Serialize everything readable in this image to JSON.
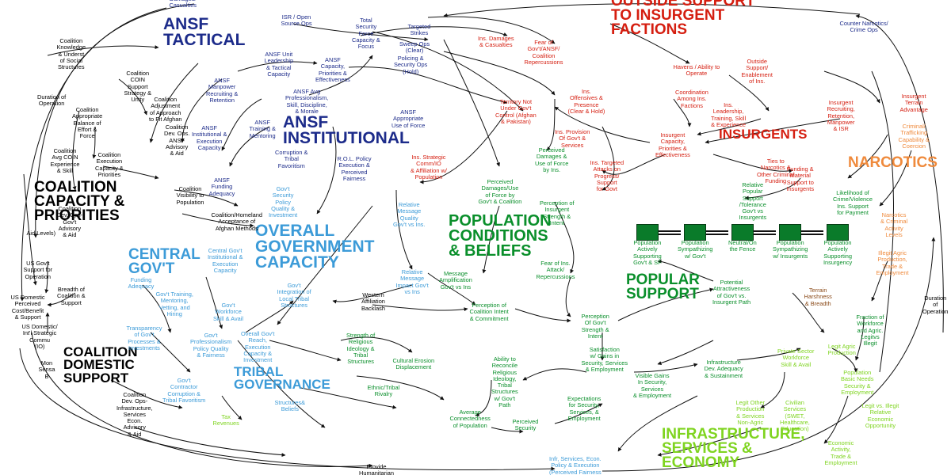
{
  "colors": {
    "black": "#000000",
    "navy": "#1c2b8a",
    "red": "#d51e10",
    "lightblue": "#3c9bd8",
    "green": "#0a8f2b",
    "lime": "#7fd420",
    "orange": "#ef8a3c",
    "brown": "#8a4a18",
    "darkgreen": "#0a7b2a"
  },
  "sections": [
    {
      "id": "ansf-tactical",
      "text": "ANSF\nTACTICAL",
      "color": "navy"
    },
    {
      "id": "ansf-institutional",
      "text": "ANSF\nINSTITUTIONAL",
      "color": "navy"
    },
    {
      "id": "outside-support",
      "text": "OUTSIDE SUPPORT\nTO INSURGENT\nFACTIONS",
      "color": "red"
    },
    {
      "id": "insurgents",
      "text": "INSURGENTS",
      "color": "red"
    },
    {
      "id": "narcotics",
      "text": "NARCOTICS",
      "color": "orange"
    },
    {
      "id": "coalition-capacity",
      "text": "COALITION\nCAPACITY &\nPRIORITIES",
      "color": "black"
    },
    {
      "id": "overall-gov",
      "text": "OVERALL\nGOVERNMENT\nCAPACITY",
      "color": "lightblue"
    },
    {
      "id": "central-gov",
      "text": "CENTRAL\nGOV'T",
      "color": "lightblue"
    },
    {
      "id": "population-conditions",
      "text": "POPULATION\nCONDITIONS\n& BELIEFS",
      "color": "green"
    },
    {
      "id": "popular-support",
      "text": "POPULAR\nSUPPORT",
      "color": "green"
    },
    {
      "id": "coalition-domestic",
      "text": "COALITION\nDOMESTIC\nSUPPORT",
      "color": "black"
    },
    {
      "id": "tribal-governance",
      "text": "TRIBAL\nGOVERNANCE",
      "color": "lightblue"
    },
    {
      "id": "infrastructure",
      "text": "INFRASTRUCTURE,\nSERVICES &\nECONOMY",
      "color": "lime"
    }
  ],
  "support_chain": [
    {
      "label": "Population\nActively\nSupporting\nGov't & SF"
    },
    {
      "label": "Population\nSympathizing\nw/ Gov't"
    },
    {
      "label": "Neutral/On\nthe Fence"
    },
    {
      "label": "Population\nSympathizing\nw/ Insurgents"
    },
    {
      "label": "Population\nActively\nSupporting\nInsurgency"
    }
  ],
  "nodes": [
    {
      "id": "damages-casualties-top",
      "text": "Damages/\nCasualties",
      "color": "navy"
    },
    {
      "id": "isr-open-source",
      "text": "ISR / Open\nSource Ops",
      "color": "navy"
    },
    {
      "id": "total-security-force",
      "text": "Total\nSecurity\nForce\nCapacity &\nFocus",
      "color": "navy"
    },
    {
      "id": "targeted-strikes",
      "text": "Targeted\nStrikes",
      "color": "navy"
    },
    {
      "id": "sweep-ops",
      "text": "Sweep Ops\n(Clear)",
      "color": "navy"
    },
    {
      "id": "policing-security",
      "text": "Policing &\nSecurity Ops\n(Hold)",
      "color": "navy"
    },
    {
      "id": "ansf-unit-leadership",
      "text": "ANSF Unit\nLeadership\n& Tactical\nCapacity",
      "color": "navy"
    },
    {
      "id": "ansf-capacity-priorities",
      "text": "ANSF\nCapacity,\nPriorities &\nEffectiveness",
      "color": "navy"
    },
    {
      "id": "ansf-manpower",
      "text": "ANSF\nManpower\nRecruiting &\nRetention",
      "color": "navy"
    },
    {
      "id": "ansf-avg-professionalism",
      "text": "ANSF Avg\nProfessionalism,\nSkill, Discipline,\n& Morale",
      "color": "navy"
    },
    {
      "id": "ansf-training-mentoring",
      "text": "ANSF\nTraining &\nMentoring",
      "color": "navy"
    },
    {
      "id": "ansf-institutional-capacity",
      "text": "ANSF\nInstitutional &\nExecution\nCapacity",
      "color": "navy"
    },
    {
      "id": "corruption-tribal",
      "text": "Corruption &\nTribal\nFavoritism",
      "color": "navy"
    },
    {
      "id": "ansf-funding",
      "text": "ANSF\nFunding\nAdequacy",
      "color": "navy"
    },
    {
      "id": "rol-policy",
      "text": "R.O.L. Policy\nExecution &\nPerceived\nFairness",
      "color": "navy"
    },
    {
      "id": "ansf-appropriate-force",
      "text": "ANSF\nAppropriate\nUse of Force",
      "color": "navy"
    },
    {
      "id": "ins-damages",
      "text": "Ins. Damages\n& Casualties",
      "color": "red"
    },
    {
      "id": "fear-repercussions",
      "text": "Fear of\nGov't/ANSF/\nCoalition\nRepercussions",
      "color": "red"
    },
    {
      "id": "havens",
      "text": "Havens / Ability to\nOperate",
      "color": "red"
    },
    {
      "id": "outside-support-node",
      "text": "Outside\nSupport/\nEnablement\nof Ins.",
      "color": "red"
    },
    {
      "id": "counter-narcotics",
      "text": "Counter Narcotics/\nCrime Ops",
      "color": "navy"
    },
    {
      "id": "coordination-ins",
      "text": "Coordination\nAmong Ins.\nFactions",
      "color": "red"
    },
    {
      "id": "territory-not-under",
      "text": "Territory Not\nUnder Gov't\nControl (Afghan\n& Pakistan)",
      "color": "red"
    },
    {
      "id": "ins-offensives",
      "text": "Ins.\nOffensives &\nPresence\n(Clear & Hold)",
      "color": "red"
    },
    {
      "id": "ins-leadership",
      "text": "Ins.\nLeadership,\nTraining, Skill\n& Experience",
      "color": "red"
    },
    {
      "id": "insurgent-recruiting",
      "text": "Insurgent\nRecruiting,\nRetention,\nManpower\n& ISR",
      "color": "red"
    },
    {
      "id": "insurgent-terrain",
      "text": "Insurgent\nTerrain\nAdvantage",
      "color": "red"
    },
    {
      "id": "criminal-trafficking",
      "text": "Criminal/\nTrafficking\nCapability &\nCoercion",
      "color": "orange"
    },
    {
      "id": "ins-provision",
      "text": "Ins. Provision\nOf Gov't &\nServices",
      "color": "red"
    },
    {
      "id": "insurgent-capacity",
      "text": "Insurgent\nCapacity,\nPriorities &\nEffectiveness",
      "color": "red"
    },
    {
      "id": "ties-narcotics",
      "text": "Ties to\nNarcotics &\nOther Criminal\nFunding",
      "color": "red"
    },
    {
      "id": "funding-material",
      "text": "Funding &\nMaterial\nSupport to\nInsurgents",
      "color": "red"
    },
    {
      "id": "ins-targeted-attacks",
      "text": "Ins. Targeted\nAttacks on\nProgress/\nSupport\nfor Govt",
      "color": "red"
    },
    {
      "id": "ins-strategic-comm",
      "text": "Ins. Strategic\nComm/IO\n& Affiliation w/\nPopulation",
      "color": "red"
    },
    {
      "id": "perceived-damages-use",
      "text": "Perceived\nDamages &\nUse of Force\nby Ins.",
      "color": "green"
    },
    {
      "id": "perceived-damages-gov",
      "text": "Perceived\nDamages/Use\nof Force by\nGov't & Coalition",
      "color": "green"
    },
    {
      "id": "perception-insurgent",
      "text": "Perception of\nInsurgent\nStrength &\nIntent",
      "color": "green"
    },
    {
      "id": "relative-message-quality",
      "text": "Relative\nMessage\nQuality\nGov't vs Ins.",
      "color": "lightblue"
    },
    {
      "id": "relative-popular-tolerance",
      "text": "Relative\nPopular\nSupport\n/Tolerance\nGov't vs\nInsurgents",
      "color": "green"
    },
    {
      "id": "likelihood-crime",
      "text": "Likelihood of\nCrime/Violence\nIns. Support\nfor Payment",
      "color": "green"
    },
    {
      "id": "narcotics-criminal",
      "text": "Narcotics\n& Criminal\nActivity\nLevels",
      "color": "orange"
    },
    {
      "id": "illegit-agric",
      "text": "Illegit Agric\nProduction,\nTrade &\nEmployment",
      "color": "orange"
    },
    {
      "id": "duration-operation-right",
      "text": "Duration\nof\nOperation",
      "color": "black"
    },
    {
      "id": "relative-message-impact",
      "text": "Relative\nMessage\nImpact Gov't\nvs Ins",
      "color": "lightblue"
    },
    {
      "id": "message-amplification",
      "text": "Message\nAmplification\nGov't vs Ins",
      "color": "green"
    },
    {
      "id": "fear-ins-attack",
      "text": "Fear of Ins.\nAttack/\nRepercussions",
      "color": "green"
    },
    {
      "id": "potential-attractiveness",
      "text": "Potential\nAttractiveness\nof Gov't vs.\nInsurgent Path",
      "color": "green"
    },
    {
      "id": "terrain-harshness",
      "text": "Terrain\nHarshness\n& Breadth",
      "color": "brown"
    },
    {
      "id": "western-affiliation",
      "text": "Western\nAffiliation\nBacklash",
      "color": "black"
    },
    {
      "id": "perception-coalition",
      "text": "Perception of\nCoalition Intent\n& Commitment",
      "color": "green"
    },
    {
      "id": "perception-govt-strength",
      "text": "Perception\nOf Gov't\nStrength &\nIntent",
      "color": "green"
    },
    {
      "id": "fraction-workforce",
      "text": "Fraction of\nWorkforce\nand Agric.\nLegitvs\nIllegit",
      "color": "green"
    },
    {
      "id": "strength-religious",
      "text": "Strength of\nReligious\nIdeology &\nTribal\nStructures",
      "color": "green"
    },
    {
      "id": "cultural-erosion",
      "text": "Cultural Erosion\nDisplacement",
      "color": "green"
    },
    {
      "id": "ability-reconcile",
      "text": "Ability to\nReconcile\nReligious\nIdeology,\nTribal\nStructures\nw/ Gov't\nPath",
      "color": "green"
    },
    {
      "id": "satisfaction-gains",
      "text": "Satisfaction\nw/ Gains in\nSecurity, Services\n& Employment",
      "color": "green"
    },
    {
      "id": "visible-gains",
      "text": "Visible Gains\nIn Security,\nServices\n& Employment",
      "color": "green"
    },
    {
      "id": "infrastructure-adequacy",
      "text": "Infrastructure\nDev. Adequacy\n& Sustainment",
      "color": "green"
    },
    {
      "id": "private-sector",
      "text": "Private Sector\nWorkforce\nSkill & Avail",
      "color": "lime"
    },
    {
      "id": "legit-agric",
      "text": "Legit Agric\nProduction",
      "color": "lime"
    },
    {
      "id": "population-basic-needs",
      "text": "Population\nBasic Needs\nSecurity &\nEmployment",
      "color": "lime"
    },
    {
      "id": "legit-vs-illegit",
      "text": "Legit vs. Illegit\nRelative\nEconomic\nOpportunity",
      "color": "lime"
    },
    {
      "id": "ethnic-tribal-rivalry",
      "text": "Ethnic/Tribal\nRivalry",
      "color": "green"
    },
    {
      "id": "expectations-security",
      "text": "Expectations\nfor Security,\nServices, &\nEmployment",
      "color": "green"
    },
    {
      "id": "legit-other-production",
      "text": "Legit Other\nProduction\n& Services\nNon-Agric",
      "color": "lime"
    },
    {
      "id": "civilian-services",
      "text": "Civilian\nServices\n(SWET,\nHealthcare,\nEducation)",
      "color": "lime"
    },
    {
      "id": "economic-activity",
      "text": "Economic\nActivity,\nTrade &\nEmployment",
      "color": "lime"
    },
    {
      "id": "average-connectedness",
      "text": "Average\nConnectedness\nof Population",
      "color": "green"
    },
    {
      "id": "perceived-security",
      "text": "Perceived\nSecurity",
      "color": "green"
    },
    {
      "id": "infr-services-econ",
      "text": "Infr, Services, Econ.\nPolicy & Execution\n(Perceived Fairness",
      "color": "lightblue"
    },
    {
      "id": "provide-humanitarian",
      "text": "Provide\nHumanitarian",
      "color": "black"
    },
    {
      "id": "coalition-knowledge",
      "text": "Coalition\nKnowledge\n& Underst\nof Social\nStructures",
      "color": "black"
    },
    {
      "id": "coalition-coin",
      "text": "Coalition\nCOIN\nSupport\nStrategy &\nUnity",
      "color": "black"
    },
    {
      "id": "duration-operation-left",
      "text": "Duration of\nOperation",
      "color": "black"
    },
    {
      "id": "coalition-appropriate",
      "text": "Coalition\nAppropriate\nBalance of\nEffort &\nForce",
      "color": "black"
    },
    {
      "id": "coalition-adjustment",
      "text": "Coalition\nAdjustment\nof Approach\nto Fit Afghan",
      "color": "black"
    },
    {
      "id": "coalition-avg-coin",
      "text": "Coalition\nAvg COIN\nExperience\n& Skill",
      "color": "black"
    },
    {
      "id": "coalition-execution",
      "text": "Coalition\nExecution\nCapacity &\nPriorities",
      "color": "black"
    },
    {
      "id": "coalition-dev-ansf",
      "text": "Coalition\nDev. Ops.\nANSF\nAdvisory\n& Aid",
      "color": "black"
    },
    {
      "id": "coalition-visibility",
      "text": "Coalition\nVisibility to\nPopulation",
      "color": "black"
    },
    {
      "id": "coalition-dev-govt",
      "text": "Coalition\nDev. Ops-\nGov't\nAdvisory\n& Aid",
      "color": "black"
    },
    {
      "id": "coalition-homeland",
      "text": "Coalition/Homeland\nAcceptance of\nAfghan Methods",
      "color": "black"
    },
    {
      "id": "aid-levels",
      "text": "Aid Levels)",
      "color": "black"
    },
    {
      "id": "us-govt-support",
      "text": "US Gov't\nSupport for\nOperation",
      "color": "black"
    },
    {
      "id": "breadth-coalition",
      "text": "Breadth of\nCoalition &\nSupport",
      "color": "black"
    },
    {
      "id": "us-domestic-perceived",
      "text": "US Domestic\nPerceived\nCost/Benefit\n& Support",
      "color": "black"
    },
    {
      "id": "us-domestic-intl",
      "text": "US Domestic/\nInt'l Strategic\nCommu\n(IO)",
      "color": "black"
    },
    {
      "id": "mon-sensa",
      "text": "Mon\nSensa\nB",
      "color": "black"
    },
    {
      "id": "coalition-dev-infra",
      "text": "Coalition\nDev. Ops-\nInfrastructure,\nServices\nEcon.\nAdvisory\n& Aid",
      "color": "black"
    },
    {
      "id": "central-govt-institutional",
      "text": "Central Gov't\nInstitutional &\nExecution\nCapacity",
      "color": "lightblue"
    },
    {
      "id": "funding-adequacy",
      "text": "Funding\nAdequacy",
      "color": "lightblue"
    },
    {
      "id": "govt-security-policy",
      "text": "Gov't\nSecurity\nPolicy\nQuality &\nInvestment",
      "color": "lightblue"
    },
    {
      "id": "govt-training",
      "text": "Gov't Training,\nMentoring,\nVetting, and\nHiring",
      "color": "lightblue"
    },
    {
      "id": "govt-workforce",
      "text": "Gov't\nWorkforce\nSkill & Avail",
      "color": "lightblue"
    },
    {
      "id": "govt-integration",
      "text": "Gov't\nIntegration of\nLocal Tribal\nStructures",
      "color": "lightblue"
    },
    {
      "id": "transparency",
      "text": "Transparency\nof Gov't\nProcesses &\nInvestments",
      "color": "lightblue"
    },
    {
      "id": "govt-professionalism",
      "text": "Gov't\nProfessionalism\nPolicy Quality\n& Fairness",
      "color": "lightblue"
    },
    {
      "id": "overall-govt-reach",
      "text": "Overall Gov't\nReach,\nExecution\nCapacity &\nInvestment",
      "color": "lightblue"
    },
    {
      "id": "govt-contractor",
      "text": "Gov't\nContractor\nCorruption &\nTribal Favoritism",
      "color": "lightblue"
    },
    {
      "id": "structures-beliefs",
      "text": "Structures&\nBeliefs",
      "color": "lightblue"
    },
    {
      "id": "tax-revenues",
      "text": "Tax\nRevenues",
      "color": "lime"
    }
  ]
}
